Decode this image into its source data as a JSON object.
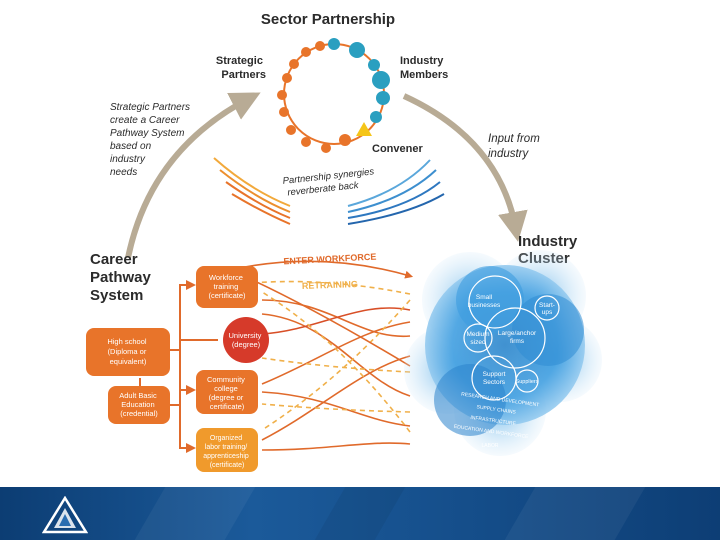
{
  "sector": {
    "title": "Sector Partnership",
    "strategic_partners": [
      "Strategic",
      "Partners"
    ],
    "industry_members": [
      "Industry",
      "Members"
    ],
    "convener": "Convener",
    "synergy": [
      "Partnership synergies",
      "reverberate back"
    ]
  },
  "left_annotation": [
    "Strategic Partners",
    "create a Career",
    "Pathway System",
    "based on",
    "industry",
    "needs"
  ],
  "right_annotation": [
    "Input from",
    "industry"
  ],
  "career": {
    "title": [
      "Career",
      "Pathway",
      "System"
    ],
    "enter_workforce": "ENTER WORKFORCE",
    "retraining": "RETRAINING",
    "nodes": {
      "workforce": [
        "Workforce",
        "training",
        "(certificate)"
      ],
      "university": [
        "University",
        "(degree)"
      ],
      "community": [
        "Community",
        "college",
        "(degree or",
        "certificate)"
      ],
      "organized": [
        "Organized",
        "labor training/",
        "apprenticeship",
        "(certificate)"
      ],
      "highschool": [
        "High school",
        "(Diploma or",
        "equivalent)"
      ],
      "adult": [
        "Adult Basic",
        "Education",
        "(credential)"
      ]
    }
  },
  "cluster": {
    "title": [
      "Industry",
      "Cluster"
    ],
    "small": [
      "Small",
      "businesses"
    ],
    "large": [
      "Large/anchor",
      "firms"
    ],
    "medium": [
      "Medium",
      "sized"
    ],
    "startups": [
      "Start-",
      "ups"
    ],
    "support": [
      "Support",
      "Sectors"
    ],
    "suppliers": "Suppliers",
    "rings": [
      "RESEARCH AND DEVELOPMENT",
      "SUPPLY CHAINS",
      "INFRASTRUCTURE",
      "EDUCATION AND WORKFORCE",
      "LABOR"
    ]
  },
  "colors": {
    "orange": "#e8742a",
    "red": "#d63a2a",
    "teal": "#2a9fc0",
    "arrow_gray": "#b8ab95",
    "blue": "#2e86cc",
    "convener_yellow": "#f5c518"
  },
  "icons": {
    "logo": "triangle-logo-icon"
  }
}
